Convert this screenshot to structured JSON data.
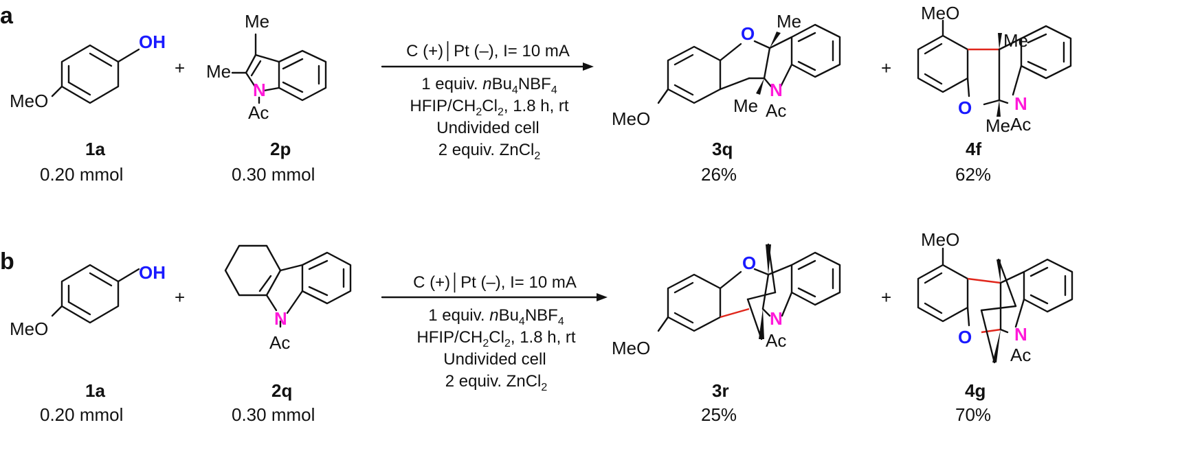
{
  "panels": [
    {
      "letter": "a",
      "reactant1": {
        "id": "1a",
        "amount": "0.20 mmol",
        "oh": "OH",
        "meo": "MeO"
      },
      "plus1": "+",
      "reactant2": {
        "id": "2p",
        "amount": "0.30 mmol",
        "me_top": "Me",
        "me_left": "Me",
        "n": "N",
        "ac": "Ac"
      },
      "conditions": {
        "electrodes": "C (+)│Pt (–), I= 10 mA",
        "line2_pre": "1 equiv. ",
        "line2_italic": "n",
        "line2_main": "Bu",
        "line2_sub": "4",
        "line2_post": "NBF",
        "line2_sub2": "4",
        "line3_pre": "HFIP/CH",
        "line3_sub": "2",
        "line3_mid": "Cl",
        "line3_sub2": "2",
        "line3_post": ", 1.8 h, rt",
        "line4": "Undivided cell",
        "line5_pre": "2 equiv. ZnCl",
        "line5_sub": "2"
      },
      "product1": {
        "id": "3q",
        "yield": "26%",
        "o": "O",
        "n": "N",
        "me1": "Me",
        "me2": "Me",
        "ac": "Ac",
        "meo": "MeO"
      },
      "plus2": "+",
      "product2": {
        "id": "4f",
        "yield": "62%",
        "o": "O",
        "n": "N",
        "me1": "Me",
        "me2": "Me",
        "ac": "Ac",
        "meo": "MeO"
      }
    },
    {
      "letter": "b",
      "reactant1": {
        "id": "1a",
        "amount": "0.20 mmol",
        "oh": "OH",
        "meo": "MeO"
      },
      "plus1": "+",
      "reactant2": {
        "id": "2q",
        "amount": "0.30 mmol",
        "n": "N",
        "ac": "Ac"
      },
      "conditions": {
        "electrodes": "C (+)│Pt (–), I= 10 mA",
        "line2_pre": "1 equiv. ",
        "line2_italic": "n",
        "line2_main": "Bu",
        "line2_sub": "4",
        "line2_post": "NBF",
        "line2_sub2": "4",
        "line3_pre": "HFIP/CH",
        "line3_sub": "2",
        "line3_mid": "Cl",
        "line3_sub2": "2",
        "line3_post": ", 1.8 h, rt",
        "line4": "Undivided cell",
        "line5_pre": "2 equiv. ZnCl",
        "line5_sub": "2"
      },
      "product1": {
        "id": "3r",
        "yield": "25%",
        "o": "O",
        "n": "N",
        "ac": "Ac",
        "meo": "MeO"
      },
      "plus2": "+",
      "product2": {
        "id": "4g",
        "yield": "70%",
        "o": "O",
        "n": "N",
        "ac": "Ac",
        "meo": "MeO"
      }
    }
  ],
  "colors": {
    "oxygen": "#1a1aff",
    "nitrogen": "#ff19d9",
    "new_bond": "#e0261b",
    "ink": "#111111"
  }
}
